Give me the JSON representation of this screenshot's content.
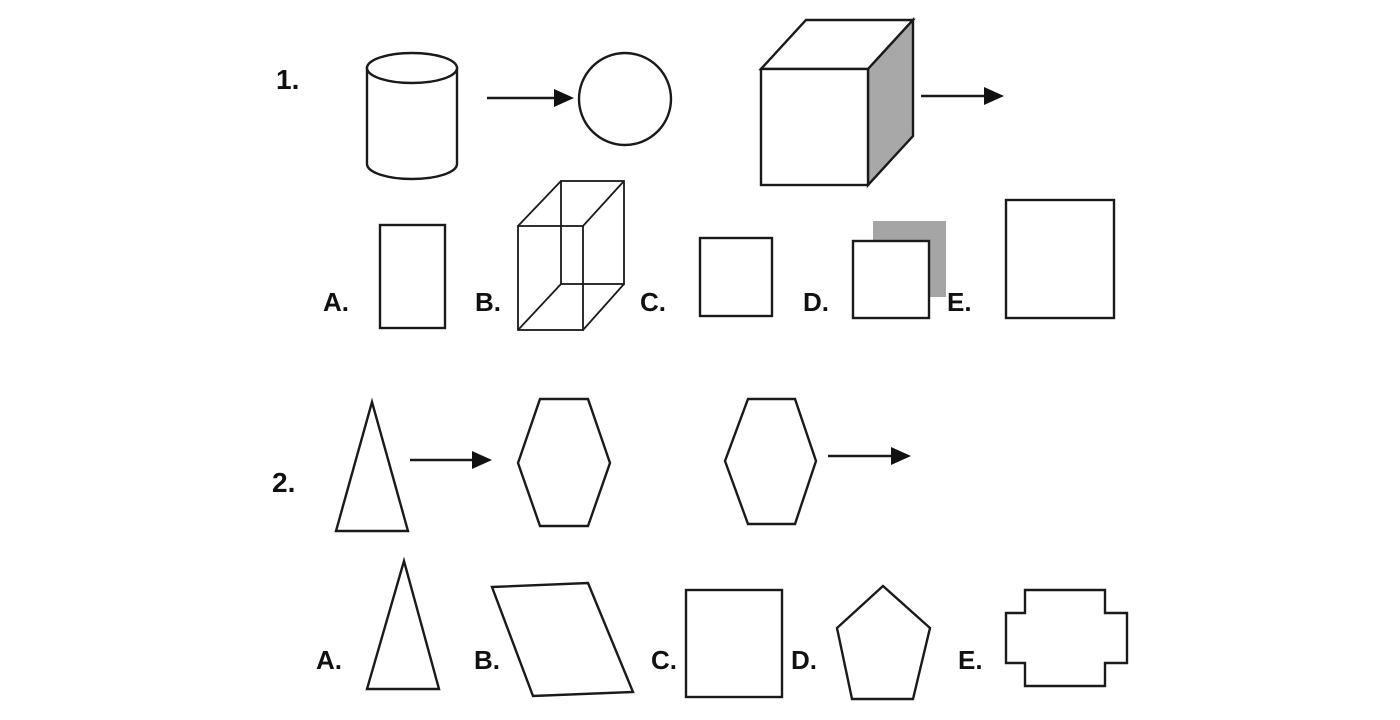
{
  "questions": [
    {
      "number": "1.",
      "example_pair": {
        "from": "cylinder",
        "to": "circle"
      },
      "prompt_shape": "cube",
      "options": [
        {
          "letter": "A.",
          "shape": "tall-rectangle"
        },
        {
          "letter": "B.",
          "shape": "wireframe-cuboid"
        },
        {
          "letter": "C.",
          "shape": "small-square"
        },
        {
          "letter": "D.",
          "shape": "square-with-gray-shadow"
        },
        {
          "letter": "E.",
          "shape": "large-square"
        }
      ]
    },
    {
      "number": "2.",
      "example_pair": {
        "from": "triangle",
        "to": "hexagon"
      },
      "prompt_shape": "hexagon",
      "options": [
        {
          "letter": "A.",
          "shape": "triangle"
        },
        {
          "letter": "B.",
          "shape": "parallelogram"
        },
        {
          "letter": "C.",
          "shape": "square"
        },
        {
          "letter": "D.",
          "shape": "pentagon"
        },
        {
          "letter": "E.",
          "shape": "cross-octagon"
        }
      ]
    }
  ],
  "colors": {
    "stroke": "#1a1a1a",
    "shadow_gray": "#a5a5a5",
    "background": "#ffffff"
  }
}
